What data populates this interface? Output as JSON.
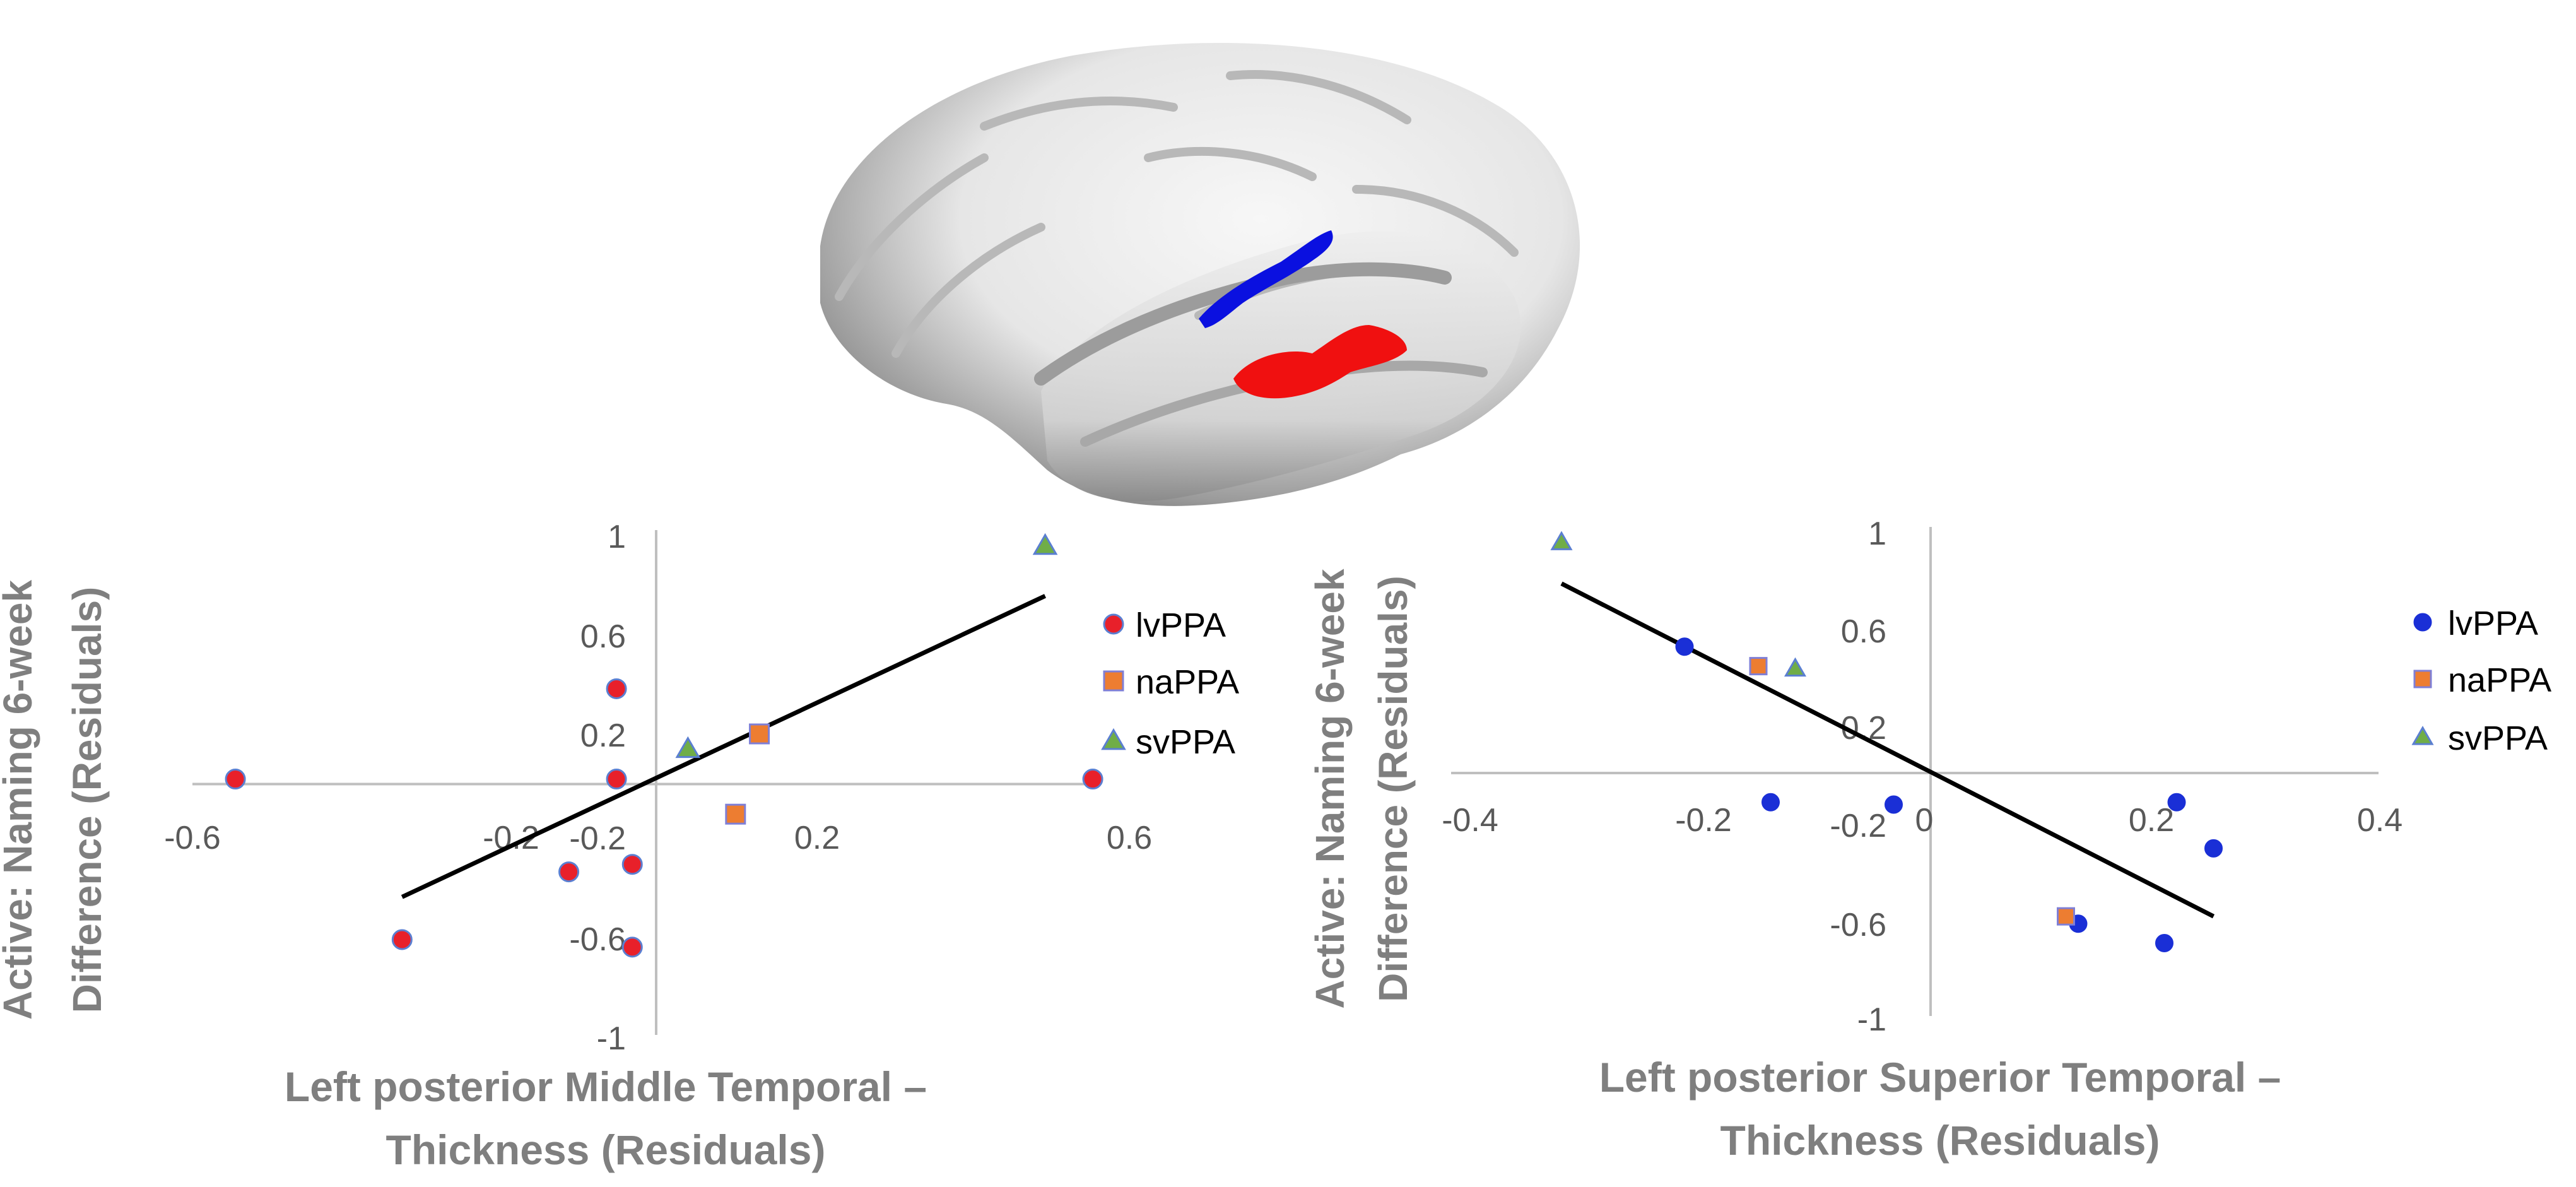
{
  "colors": {
    "lvPPA_left": "#e8202a",
    "lvPPA_right": "#1a2fd6",
    "naPPA": "#ed7d31",
    "svPPA": "#70ad47",
    "axis": "#bfbfbf",
    "fit_line": "#000000",
    "brain_blue_region": "#0a10e0",
    "brain_red_region": "#f01010"
  },
  "brain": {
    "icon": "brain-lateral-surface-icon"
  },
  "chart_data": [
    {
      "type": "scatter",
      "ylabel": [
        "Active: Naming 6-week",
        "Difference (Residuals)"
      ],
      "xlabel": [
        "Left posterior Middle Temporal –",
        "Thickness (Residuals)"
      ],
      "xlim": [
        -0.6,
        0.6
      ],
      "ylim": [
        -1,
        1
      ],
      "x_ticks": [
        -0.6,
        -0.2,
        0.2,
        0.6
      ],
      "x_tick_labels": [
        "-0.6",
        "-0.2",
        "0.2",
        "0.6"
      ],
      "y_ticks": [
        1,
        0.6,
        0.2,
        -0.2,
        -0.6,
        -1
      ],
      "y_tick_labels": [
        "1",
        "0.6",
        "0.2",
        "-0.2",
        "-0.6",
        "-1"
      ],
      "grid": false,
      "legend": "right",
      "series": [
        {
          "name": "lvPPA",
          "marker": "circle",
          "points": [
            [
              -0.53,
              0.02
            ],
            [
              -0.05,
              0.38
            ],
            [
              -0.05,
              0.02
            ],
            [
              0.55,
              0.02
            ],
            [
              -0.32,
              -0.62
            ],
            [
              -0.11,
              -0.35
            ],
            [
              -0.03,
              -0.32
            ],
            [
              -0.03,
              -0.65
            ]
          ]
        },
        {
          "name": "naPPA",
          "marker": "square",
          "points": [
            [
              0.13,
              0.2
            ],
            [
              0.1,
              -0.12
            ]
          ]
        },
        {
          "name": "svPPA",
          "marker": "triangle",
          "points": [
            [
              0.04,
              0.14
            ],
            [
              0.49,
              0.95
            ]
          ]
        }
      ],
      "trendline": {
        "x": [
          -0.32,
          0.49
        ],
        "y": [
          -0.45,
          0.75
        ]
      }
    },
    {
      "type": "scatter",
      "ylabel": [
        "Active: Naming 6-week",
        "Difference (Residuals)"
      ],
      "xlabel": [
        "Left posterior Superior Temporal –",
        "Thickness (Residuals)"
      ],
      "xlim": [
        -0.4,
        0.4
      ],
      "ylim": [
        -1,
        1
      ],
      "x_ticks": [
        -0.4,
        -0.2,
        0,
        0.2,
        0.4
      ],
      "x_tick_labels": [
        "-0.4",
        "-0.2",
        "0",
        "0.2",
        "0.4"
      ],
      "y_ticks": [
        1,
        0.6,
        0.2,
        -0.2,
        -0.6,
        -1
      ],
      "y_tick_labels": [
        "1",
        "0.6",
        "0.2",
        "-0.2",
        "-0.6",
        "-1"
      ],
      "grid": false,
      "legend": "right",
      "series": [
        {
          "name": "lvPPA",
          "marker": "circle",
          "points": [
            [
              -0.2,
              0.52
            ],
            [
              -0.13,
              -0.12
            ],
            [
              -0.03,
              -0.13
            ],
            [
              0.2,
              -0.12
            ],
            [
              0.23,
              -0.31
            ],
            [
              0.12,
              -0.62
            ],
            [
              0.19,
              -0.7
            ]
          ]
        },
        {
          "name": "naPPA",
          "marker": "square",
          "points": [
            [
              -0.14,
              0.44
            ],
            [
              0.11,
              -0.59
            ]
          ]
        },
        {
          "name": "svPPA",
          "marker": "triangle",
          "points": [
            [
              -0.3,
              0.95
            ],
            [
              -0.11,
              0.43
            ]
          ]
        }
      ],
      "trendline": {
        "x": [
          -0.3,
          0.23
        ],
        "y": [
          0.78,
          -0.59
        ]
      }
    }
  ]
}
